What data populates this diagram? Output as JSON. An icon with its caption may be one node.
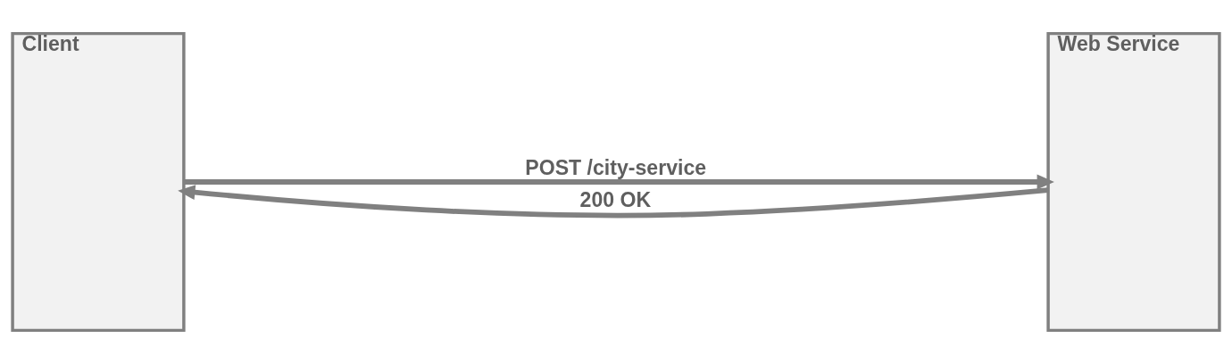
{
  "diagram": {
    "nodes": [
      {
        "text": [
          "Client"
        ]
      },
      {
        "text": [
          "Web Service"
        ]
      }
    ],
    "edges": [
      {
        "from": 0,
        "to": 1,
        "arrow": "to",
        "label": "POST /city-service"
      },
      {
        "from": 1,
        "to": 0,
        "arrow": "to",
        "label": "200 OK"
      }
    ]
  }
}
